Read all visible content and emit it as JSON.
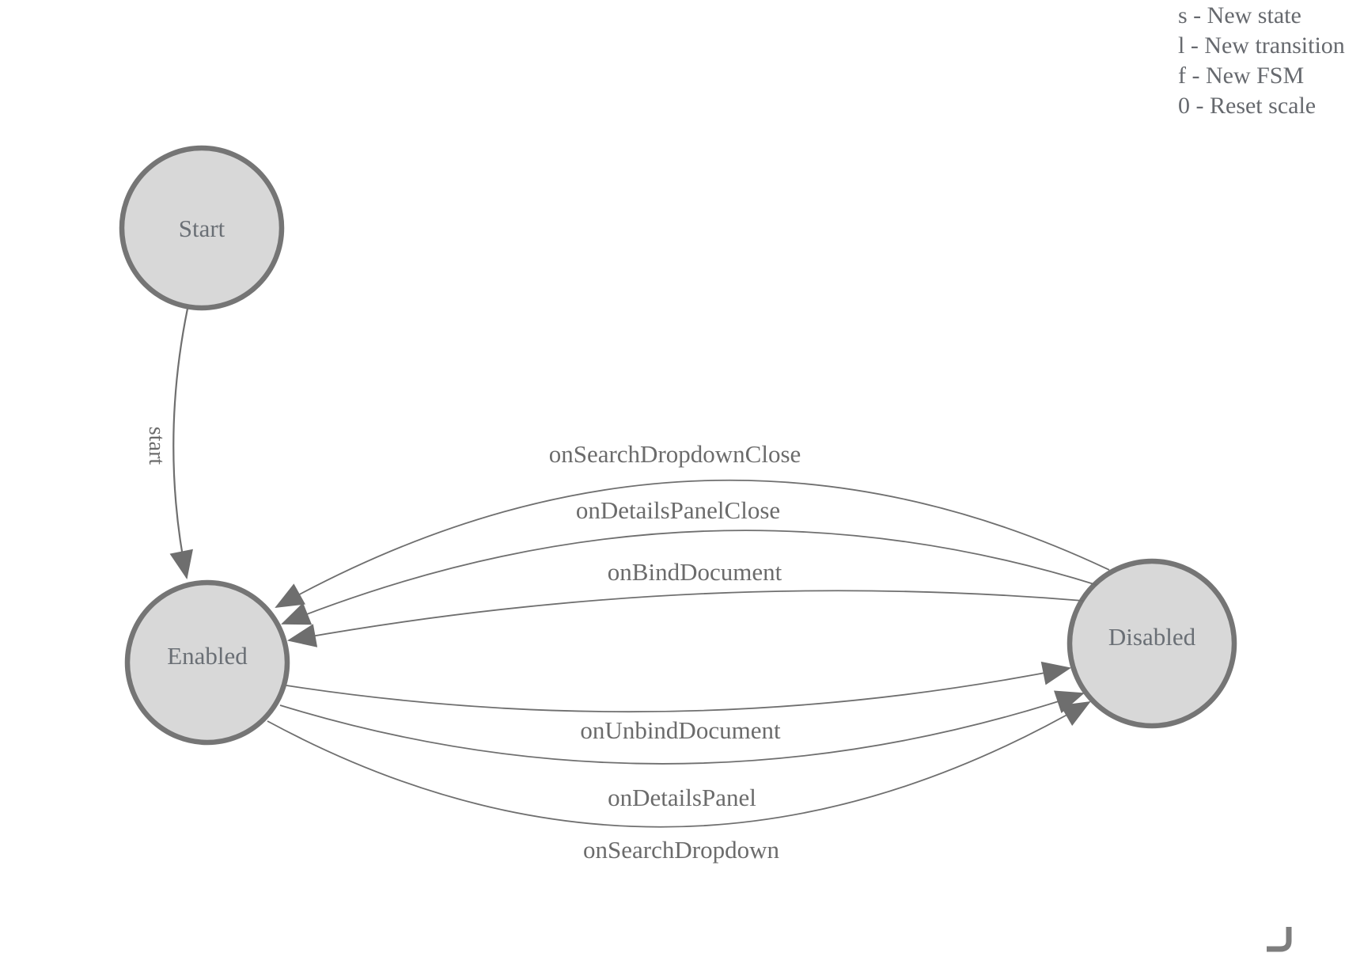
{
  "legend": {
    "lines": [
      "s - New state",
      "l - New transition",
      "f - New FSM",
      "0 - Reset scale"
    ]
  },
  "states": {
    "start": {
      "label": "Start"
    },
    "enabled": {
      "label": "Enabled"
    },
    "disabled": {
      "label": "Disabled"
    }
  },
  "transitions": {
    "start": {
      "label": "start",
      "from": "Start",
      "to": "Enabled"
    },
    "onSearchDropdownClose": {
      "label": "onSearchDropdownClose",
      "from": "Disabled",
      "to": "Enabled"
    },
    "onDetailsPanelClose": {
      "label": "onDetailsPanelClose",
      "from": "Disabled",
      "to": "Enabled"
    },
    "onBindDocument": {
      "label": "onBindDocument",
      "from": "Disabled",
      "to": "Enabled"
    },
    "onUnbindDocument": {
      "label": "onUnbindDocument",
      "from": "Enabled",
      "to": "Disabled"
    },
    "onDetailsPanel": {
      "label": "onDetailsPanel",
      "from": "Enabled",
      "to": "Disabled"
    },
    "onSearchDropdown": {
      "label": "onSearchDropdown",
      "from": "Enabled",
      "to": "Disabled"
    }
  },
  "colors": {
    "background": "#ffffff",
    "state_fill": "#d8d8d8",
    "state_stroke": "#757575",
    "edge_stroke": "#6f6f6f",
    "arrowhead": "#6e6e6e",
    "state_text": "#6a6f75",
    "transition_text": "#6b6b6b",
    "legend_text": "#66696e"
  }
}
